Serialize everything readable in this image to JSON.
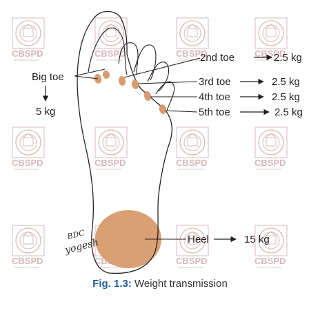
{
  "colors": {
    "outline": "#231f20",
    "toe_pad": "#d89a6e",
    "heel_pad": "#d9a073",
    "watermark": "#d8b8b8",
    "caption_number": "#1f5d9c"
  },
  "watermark": {
    "brand": "CBSPD",
    "tagline": "Dedicated to Education",
    "icon": "logo-emblem"
  },
  "signature": {
    "line1": "BDC",
    "line2": "yogesh"
  },
  "labels": {
    "big_toe": "Big toe",
    "big_toe_weight": "5 kg",
    "toe2": "2nd toe",
    "toe2_weight": "2.5 kg",
    "toe3": "3rd toe",
    "toe3_weight": "2.5 kg",
    "toe4": "4th toe",
    "toe4_weight": "2.5 kg",
    "toe5": "5th toe",
    "toe5_weight": "2.5 kg",
    "heel": "Heel",
    "heel_weight": "15 kg"
  },
  "caption": {
    "number": "Fig. 1.3:",
    "text": "Weight transmission"
  }
}
